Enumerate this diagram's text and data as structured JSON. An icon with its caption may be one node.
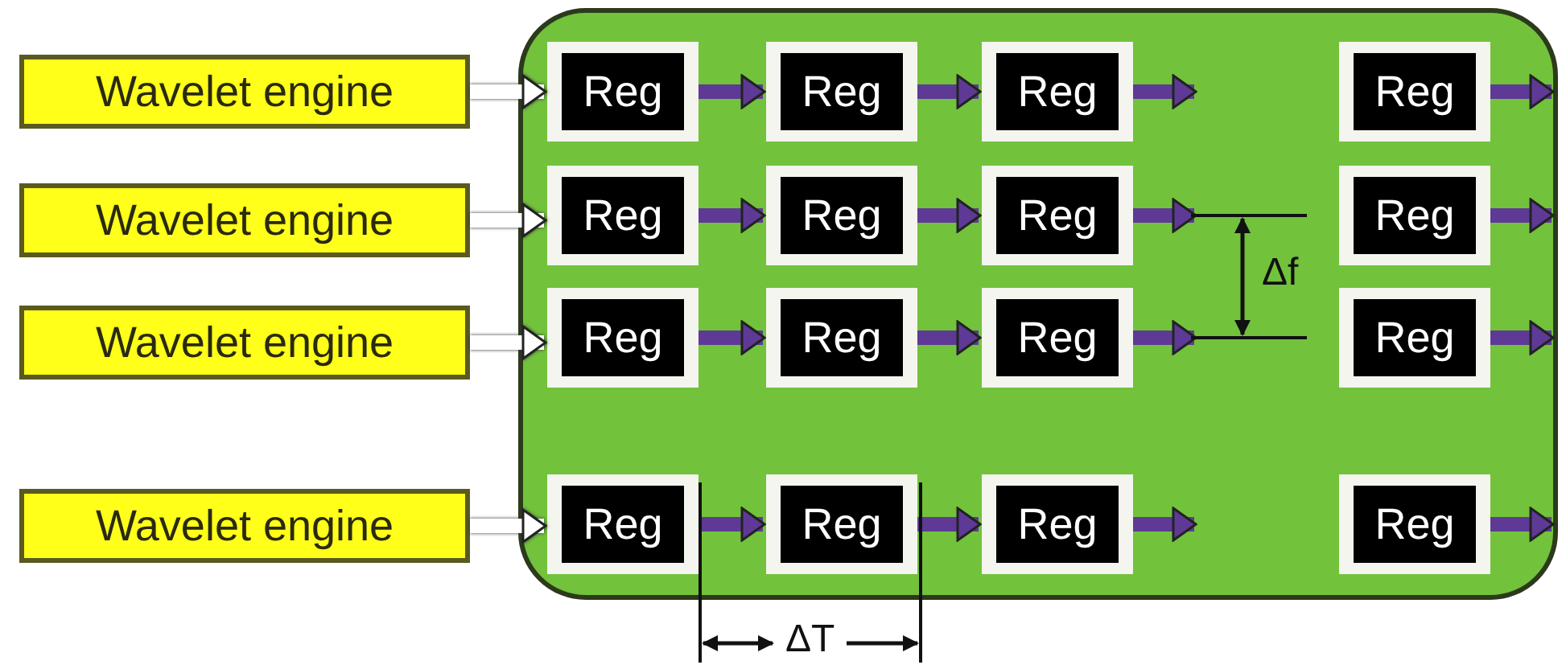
{
  "diagram": {
    "nodes": [
      {
        "text": [
          "Wavelet engine"
        ]
      },
      {
        "text": [
          "Wavelet engine"
        ]
      },
      {
        "text": [
          "Wavelet engine"
        ]
      },
      {
        "text": [
          "Wavelet engine"
        ]
      },
      {
        "text": [],
        "shape": "box"
      },
      {
        "text": [
          "Reg"
        ],
        "in": 4
      },
      {
        "text": [
          "Reg"
        ],
        "in": 4
      },
      {
        "text": [
          "Reg"
        ],
        "in": 4
      },
      {
        "text": [
          "Reg"
        ],
        "in": 4
      },
      {
        "text": [
          "Reg"
        ],
        "in": 4
      },
      {
        "text": [
          "Reg"
        ],
        "in": 4
      },
      {
        "text": [
          "Reg"
        ],
        "in": 4
      },
      {
        "text": [
          "Reg"
        ],
        "in": 4
      },
      {
        "text": [
          "Reg"
        ],
        "in": 4
      },
      {
        "text": [
          "Reg"
        ],
        "in": 4
      },
      {
        "text": [
          "Reg"
        ],
        "in": 4
      },
      {
        "text": [
          "Reg"
        ],
        "in": 4
      },
      {
        "text": [
          "Reg"
        ],
        "in": 4
      },
      {
        "text": [
          "Reg"
        ],
        "in": 4
      },
      {
        "text": [
          "Reg"
        ],
        "in": 4
      },
      {
        "text": [
          "Reg"
        ],
        "in": 4
      }
    ],
    "edges": [
      {
        "from": 0,
        "to": 5,
        "arrow": "to",
        "color": "#ffffff"
      },
      {
        "from": 5,
        "to": 6,
        "arrow": "to"
      },
      {
        "from": 6,
        "to": 7,
        "arrow": "to"
      },
      {
        "from": 7,
        "to": null,
        "arrow": "to"
      },
      {
        "from": 8,
        "to": null,
        "arrow": "to"
      },
      {
        "from": 1,
        "to": 9,
        "arrow": "to",
        "color": "#ffffff"
      },
      {
        "from": 9,
        "to": 10,
        "arrow": "to"
      },
      {
        "from": 10,
        "to": 11,
        "arrow": "to"
      },
      {
        "from": 11,
        "to": null,
        "arrow": "to"
      },
      {
        "from": 12,
        "to": null,
        "arrow": "to"
      },
      {
        "from": 2,
        "to": 13,
        "arrow": "to",
        "color": "#ffffff"
      },
      {
        "from": 13,
        "to": 14,
        "arrow": "to"
      },
      {
        "from": 14,
        "to": 15,
        "arrow": "to"
      },
      {
        "from": 15,
        "to": null,
        "arrow": "to"
      },
      {
        "from": 16,
        "to": null,
        "arrow": "to"
      },
      {
        "from": 3,
        "to": 17,
        "arrow": "to",
        "color": "#ffffff"
      },
      {
        "from": 17,
        "to": 18,
        "arrow": "to"
      },
      {
        "from": 18,
        "to": 19,
        "arrow": "to"
      },
      {
        "from": 19,
        "to": null,
        "arrow": "to"
      },
      {
        "from": 20,
        "to": null,
        "arrow": "to"
      }
    ],
    "labels": [
      "Δf",
      "ΔT"
    ]
  }
}
